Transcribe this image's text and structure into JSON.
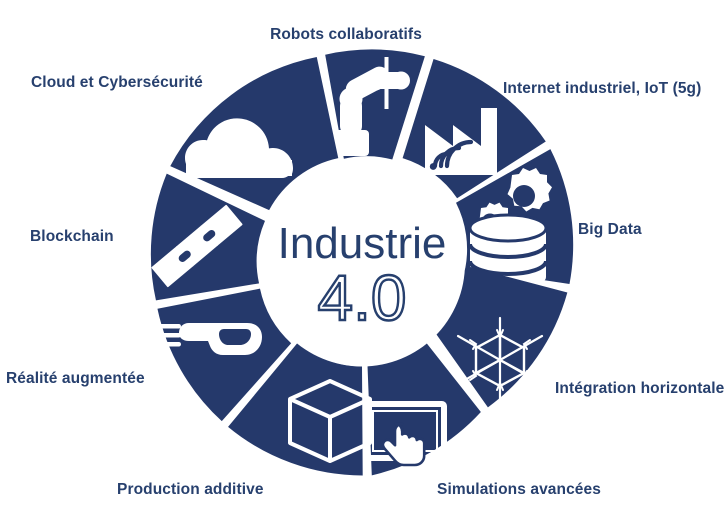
{
  "graphic": {
    "type": "donut-wheel-infographic",
    "center": {
      "line1": "Industrie",
      "line2": "4.0"
    },
    "colors": {
      "primary": "#27406e",
      "segment_fill": "#25396b",
      "background": "#ffffff",
      "icon": "#ffffff",
      "text": "#27406e"
    },
    "segments": [
      {
        "id": "robots",
        "label": "Robots collaboratifs",
        "icon": "robot-arm-icon"
      },
      {
        "id": "iot",
        "label": "Internet industriel, IoT (5g)",
        "icon": "factory-wifi-icon"
      },
      {
        "id": "bigdata",
        "label": "Big Data",
        "icon": "database-gears-icon"
      },
      {
        "id": "integration",
        "label": "Intégration horizontale",
        "icon": "cube-arrows-icon"
      },
      {
        "id": "simulations",
        "label": "Simulations avancées",
        "icon": "tablet-hand-icon"
      },
      {
        "id": "production",
        "label": "Production additive",
        "icon": "cube-3d-icon"
      },
      {
        "id": "ar",
        "label": "Réalité augmentée",
        "icon": "ar-glasses-icon"
      },
      {
        "id": "blockchain",
        "label": "Blockchain",
        "icon": "chain-blocks-icon"
      },
      {
        "id": "cloud",
        "label": "Cloud et Cybersécurité",
        "icon": "cloud-icon"
      }
    ]
  }
}
